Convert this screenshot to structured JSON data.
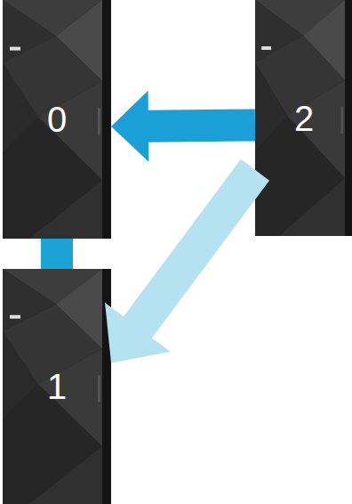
{
  "diagram": {
    "nodes": [
      {
        "text": [
          "0"
        ]
      },
      {
        "text": [
          "2"
        ]
      },
      {
        "text": [
          "1"
        ]
      }
    ],
    "edges": [
      {
        "from": 1,
        "to": 0,
        "arrow": "to"
      },
      {
        "from": 1,
        "to": 2,
        "arrow": "to"
      },
      {
        "from": 0,
        "to": 2,
        "arrow": "none"
      }
    ]
  }
}
